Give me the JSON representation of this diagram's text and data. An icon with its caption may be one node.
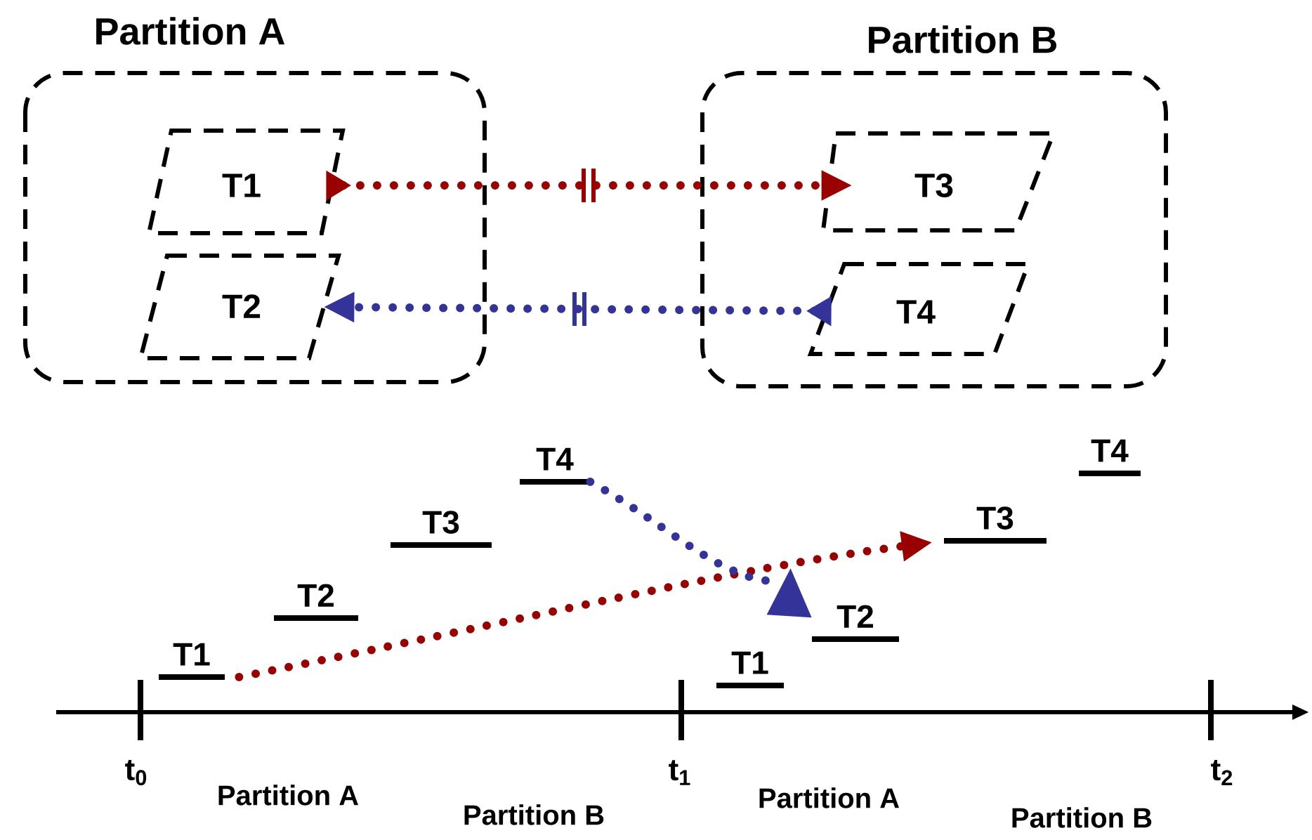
{
  "diagram": {
    "nodes": [
      {
        "text": [
          "Partition A"
        ]
      },
      {
        "text": [
          "T1"
        ],
        "in": 0
      },
      {
        "text": [
          "T2"
        ],
        "in": 0
      },
      {
        "text": [
          "Partition B"
        ]
      },
      {
        "text": [
          "T3"
        ],
        "in": 3
      },
      {
        "text": [
          "T4"
        ],
        "in": 3
      },
      {
        "text": [
          "T1"
        ]
      },
      {
        "text": [
          "T2"
        ]
      },
      {
        "text": [
          "T3"
        ]
      },
      {
        "text": [
          "T4"
        ]
      },
      {
        "text": [
          "T1"
        ]
      },
      {
        "text": [
          "T2"
        ]
      },
      {
        "text": [
          "T3"
        ]
      },
      {
        "text": [
          "T4"
        ]
      }
    ],
    "edges": [
      {
        "from": 1,
        "to": 4,
        "arrow": "to",
        "style": "dashed",
        "color": "#990000"
      },
      {
        "from": 5,
        "to": 2,
        "arrow": "to",
        "style": "dashed",
        "color": "#333399"
      },
      {
        "from": 6,
        "to": 12,
        "arrow": "to",
        "style": "dashed",
        "color": "#990000"
      },
      {
        "from": 9,
        "to": 11,
        "arrow": "to",
        "style": "dashed",
        "color": "#333399"
      }
    ],
    "labels": [
      "t$_{0}$",
      "Partition A",
      "Partition B",
      "t$_{1}$",
      "Partition A",
      "Partition B",
      "t$_{2}$"
    ]
  }
}
